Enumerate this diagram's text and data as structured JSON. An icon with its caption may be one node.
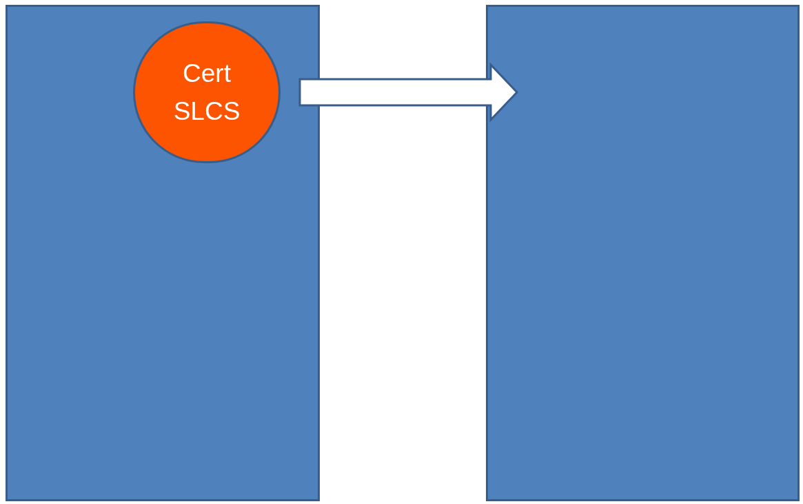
{
  "diagram": {
    "nodes": [
      {
        "text": [],
        "shape": "box"
      },
      {
        "text": [
          "Cert SLCS"
        ],
        "in": 0
      },
      {
        "text": [],
        "shape": "box"
      }
    ],
    "edges": [
      {
        "from": 1,
        "to": 2,
        "arrow": "to",
        "style": "thick"
      }
    ]
  }
}
